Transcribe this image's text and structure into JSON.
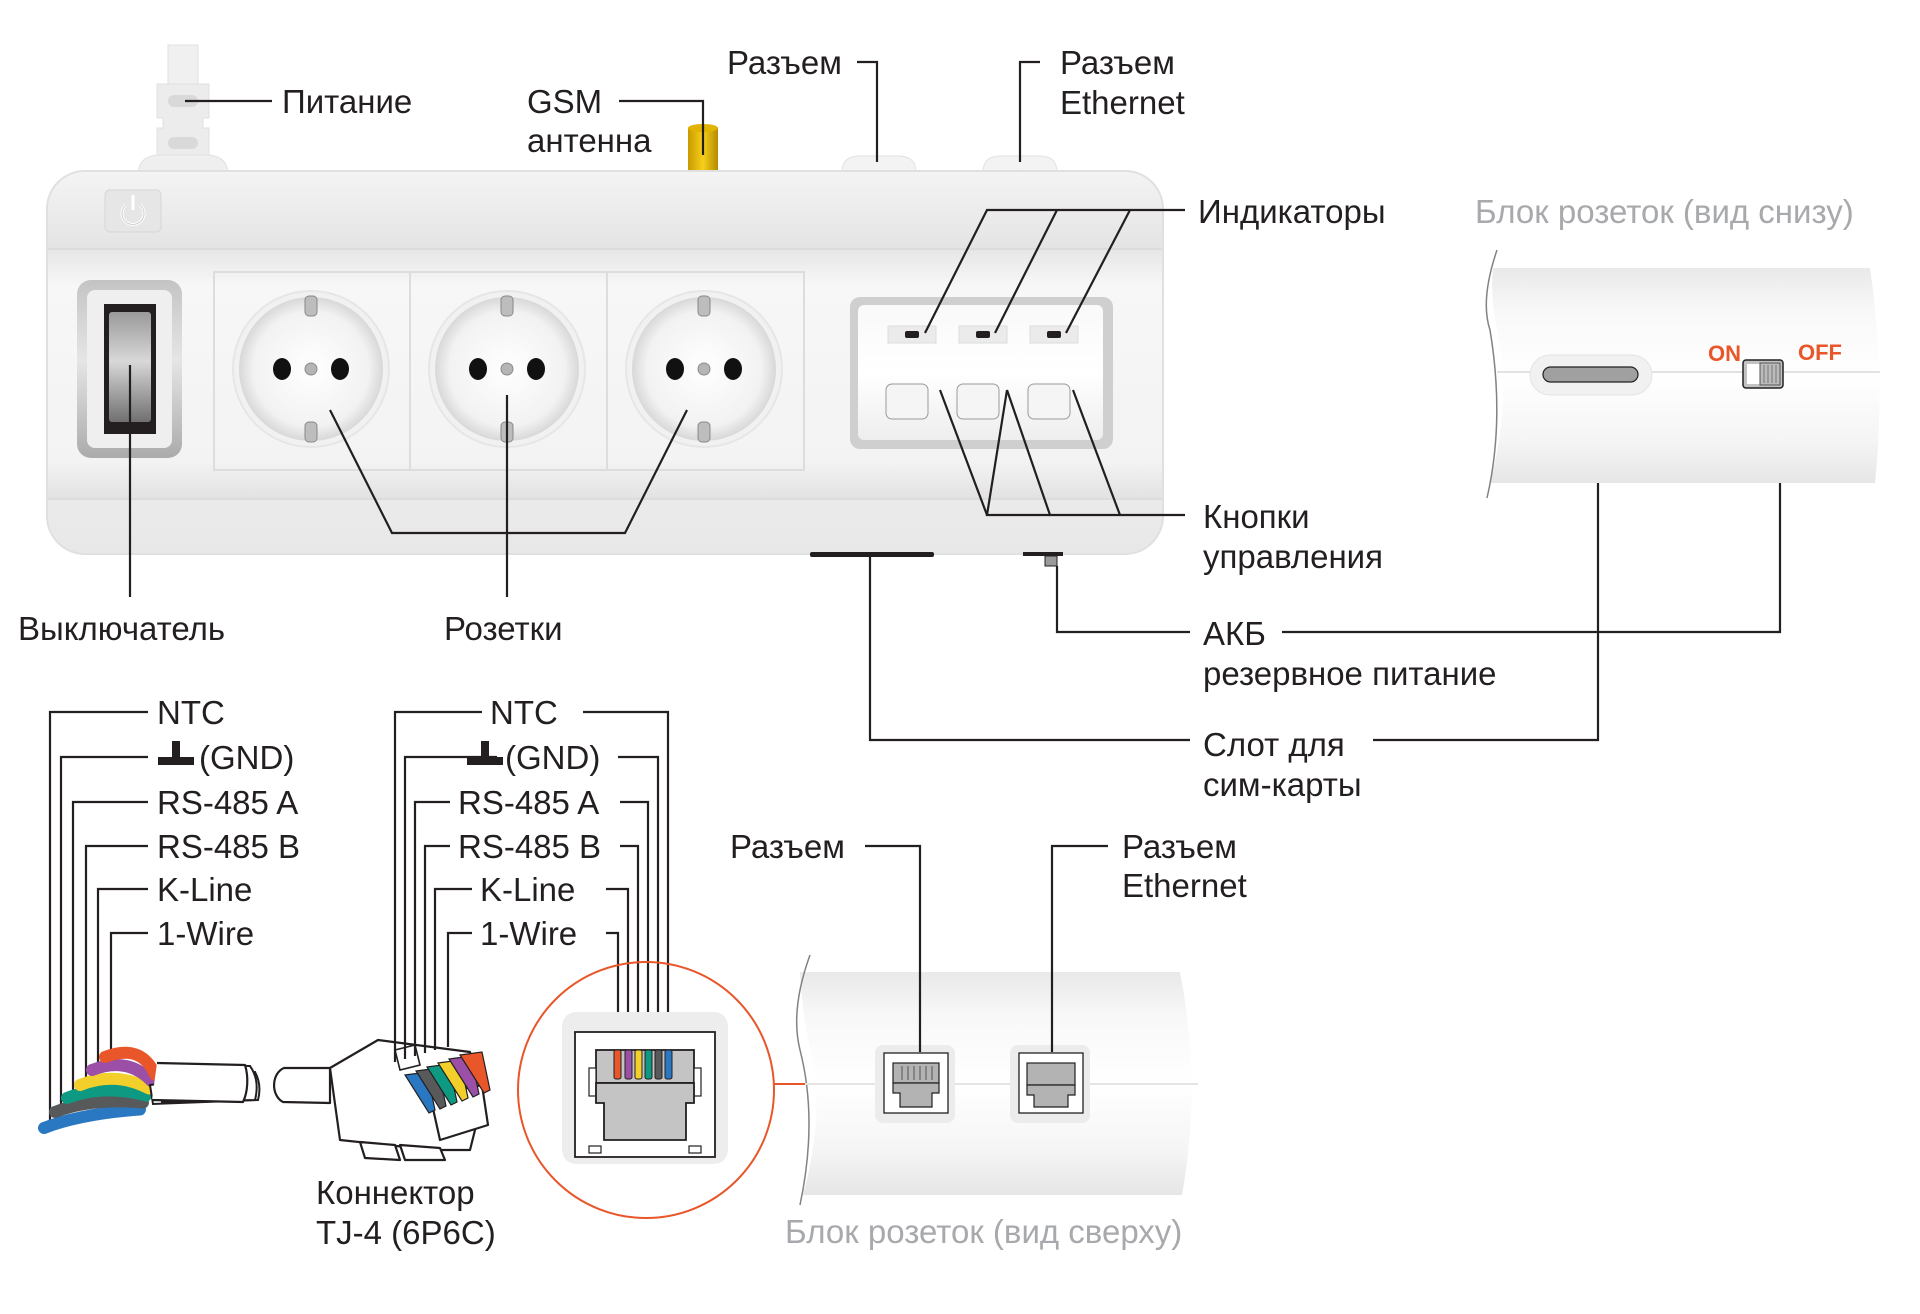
{
  "diagram": {
    "title_implicit": "GSM controller socket block connection diagram",
    "labels": {
      "power": "Питание",
      "gsm_antenna_line1": "GSM",
      "gsm_antenna_line2": "антенна",
      "connector_top": "Разъем",
      "ethernet_top_line1": "Разъем",
      "ethernet_top_line2": "Ethernet",
      "indicators": "Индикаторы",
      "control_buttons_line1": "Кнопки",
      "control_buttons_line2": "управления",
      "battery_line1": "АКБ",
      "battery_line2": "резервное питание",
      "sim_slot_line1": "Слот для",
      "sim_slot_line2": "сим-карты",
      "switch": "Выключатель",
      "sockets": "Розетки",
      "bottom_view_title": "Блок розеток (вид снизу)",
      "top_view_title": "Блок розеток (вид сверху)",
      "switch_on": "ON",
      "switch_off": "OFF",
      "connector_bottom": "Разъем",
      "ethernet_bottom_line1": "Разъем",
      "ethernet_bottom_line2": "Ethernet",
      "tj4_line1": "Коннектор",
      "tj4_line2": "TJ-4 (6P6C)"
    },
    "pinout": [
      {
        "label": "NTC",
        "color": "#2a78c2",
        "ground_symbol": false
      },
      {
        "label": "(GND)",
        "color": "#58595b",
        "ground_symbol": true
      },
      {
        "label": "RS-485 A",
        "color": "#0e9a82",
        "ground_symbol": false
      },
      {
        "label": "RS-485 B",
        "color": "#f2cf2a",
        "ground_symbol": false
      },
      {
        "label": "K-Line",
        "color": "#9b4fa6",
        "ground_symbol": false
      },
      {
        "label": "1-Wire",
        "color": "#e8562a",
        "ground_symbol": false
      }
    ],
    "colors": {
      "accent_orange": "#e8562a",
      "antenna_yellow": "#f2c200",
      "line": "#231f20",
      "caption_gray": "#a7a9ac"
    },
    "counts": {
      "sockets": 3,
      "indicators": 3,
      "control_buttons": 3
    }
  }
}
